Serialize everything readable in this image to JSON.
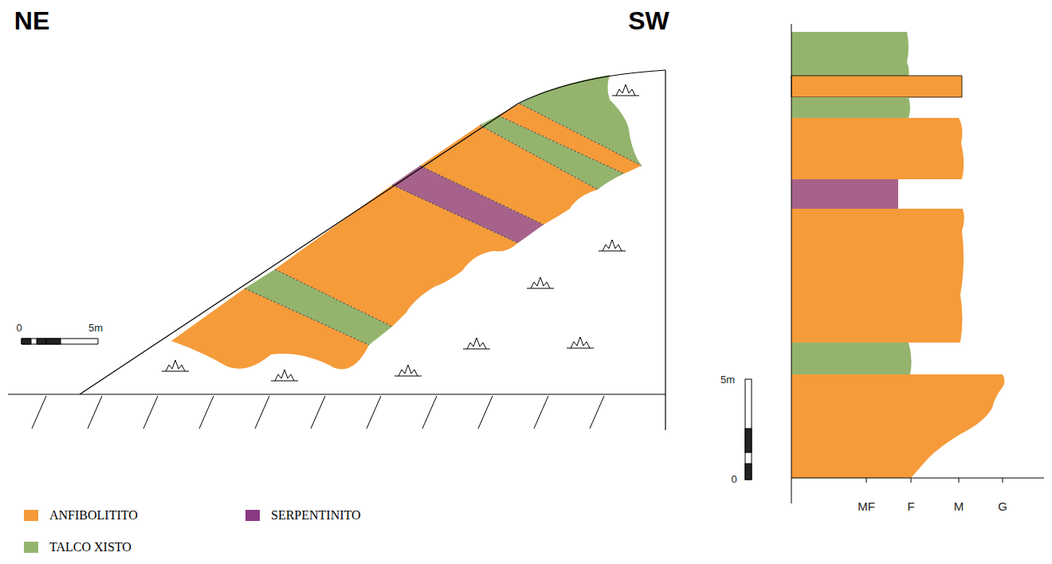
{
  "diagram": {
    "labels": [
      "NE",
      "SW",
      "0",
      "5m",
      "5m",
      "0",
      "MF",
      "F",
      "M",
      "G"
    ],
    "legend": [
      {
        "text": "ANFIBOLITITO",
        "color": "#f59b3a"
      },
      {
        "text": "SERPENTINITO",
        "color": "#8a3a84"
      },
      {
        "text": "TALCO XISTO",
        "color": "#94b46e"
      }
    ]
  }
}
